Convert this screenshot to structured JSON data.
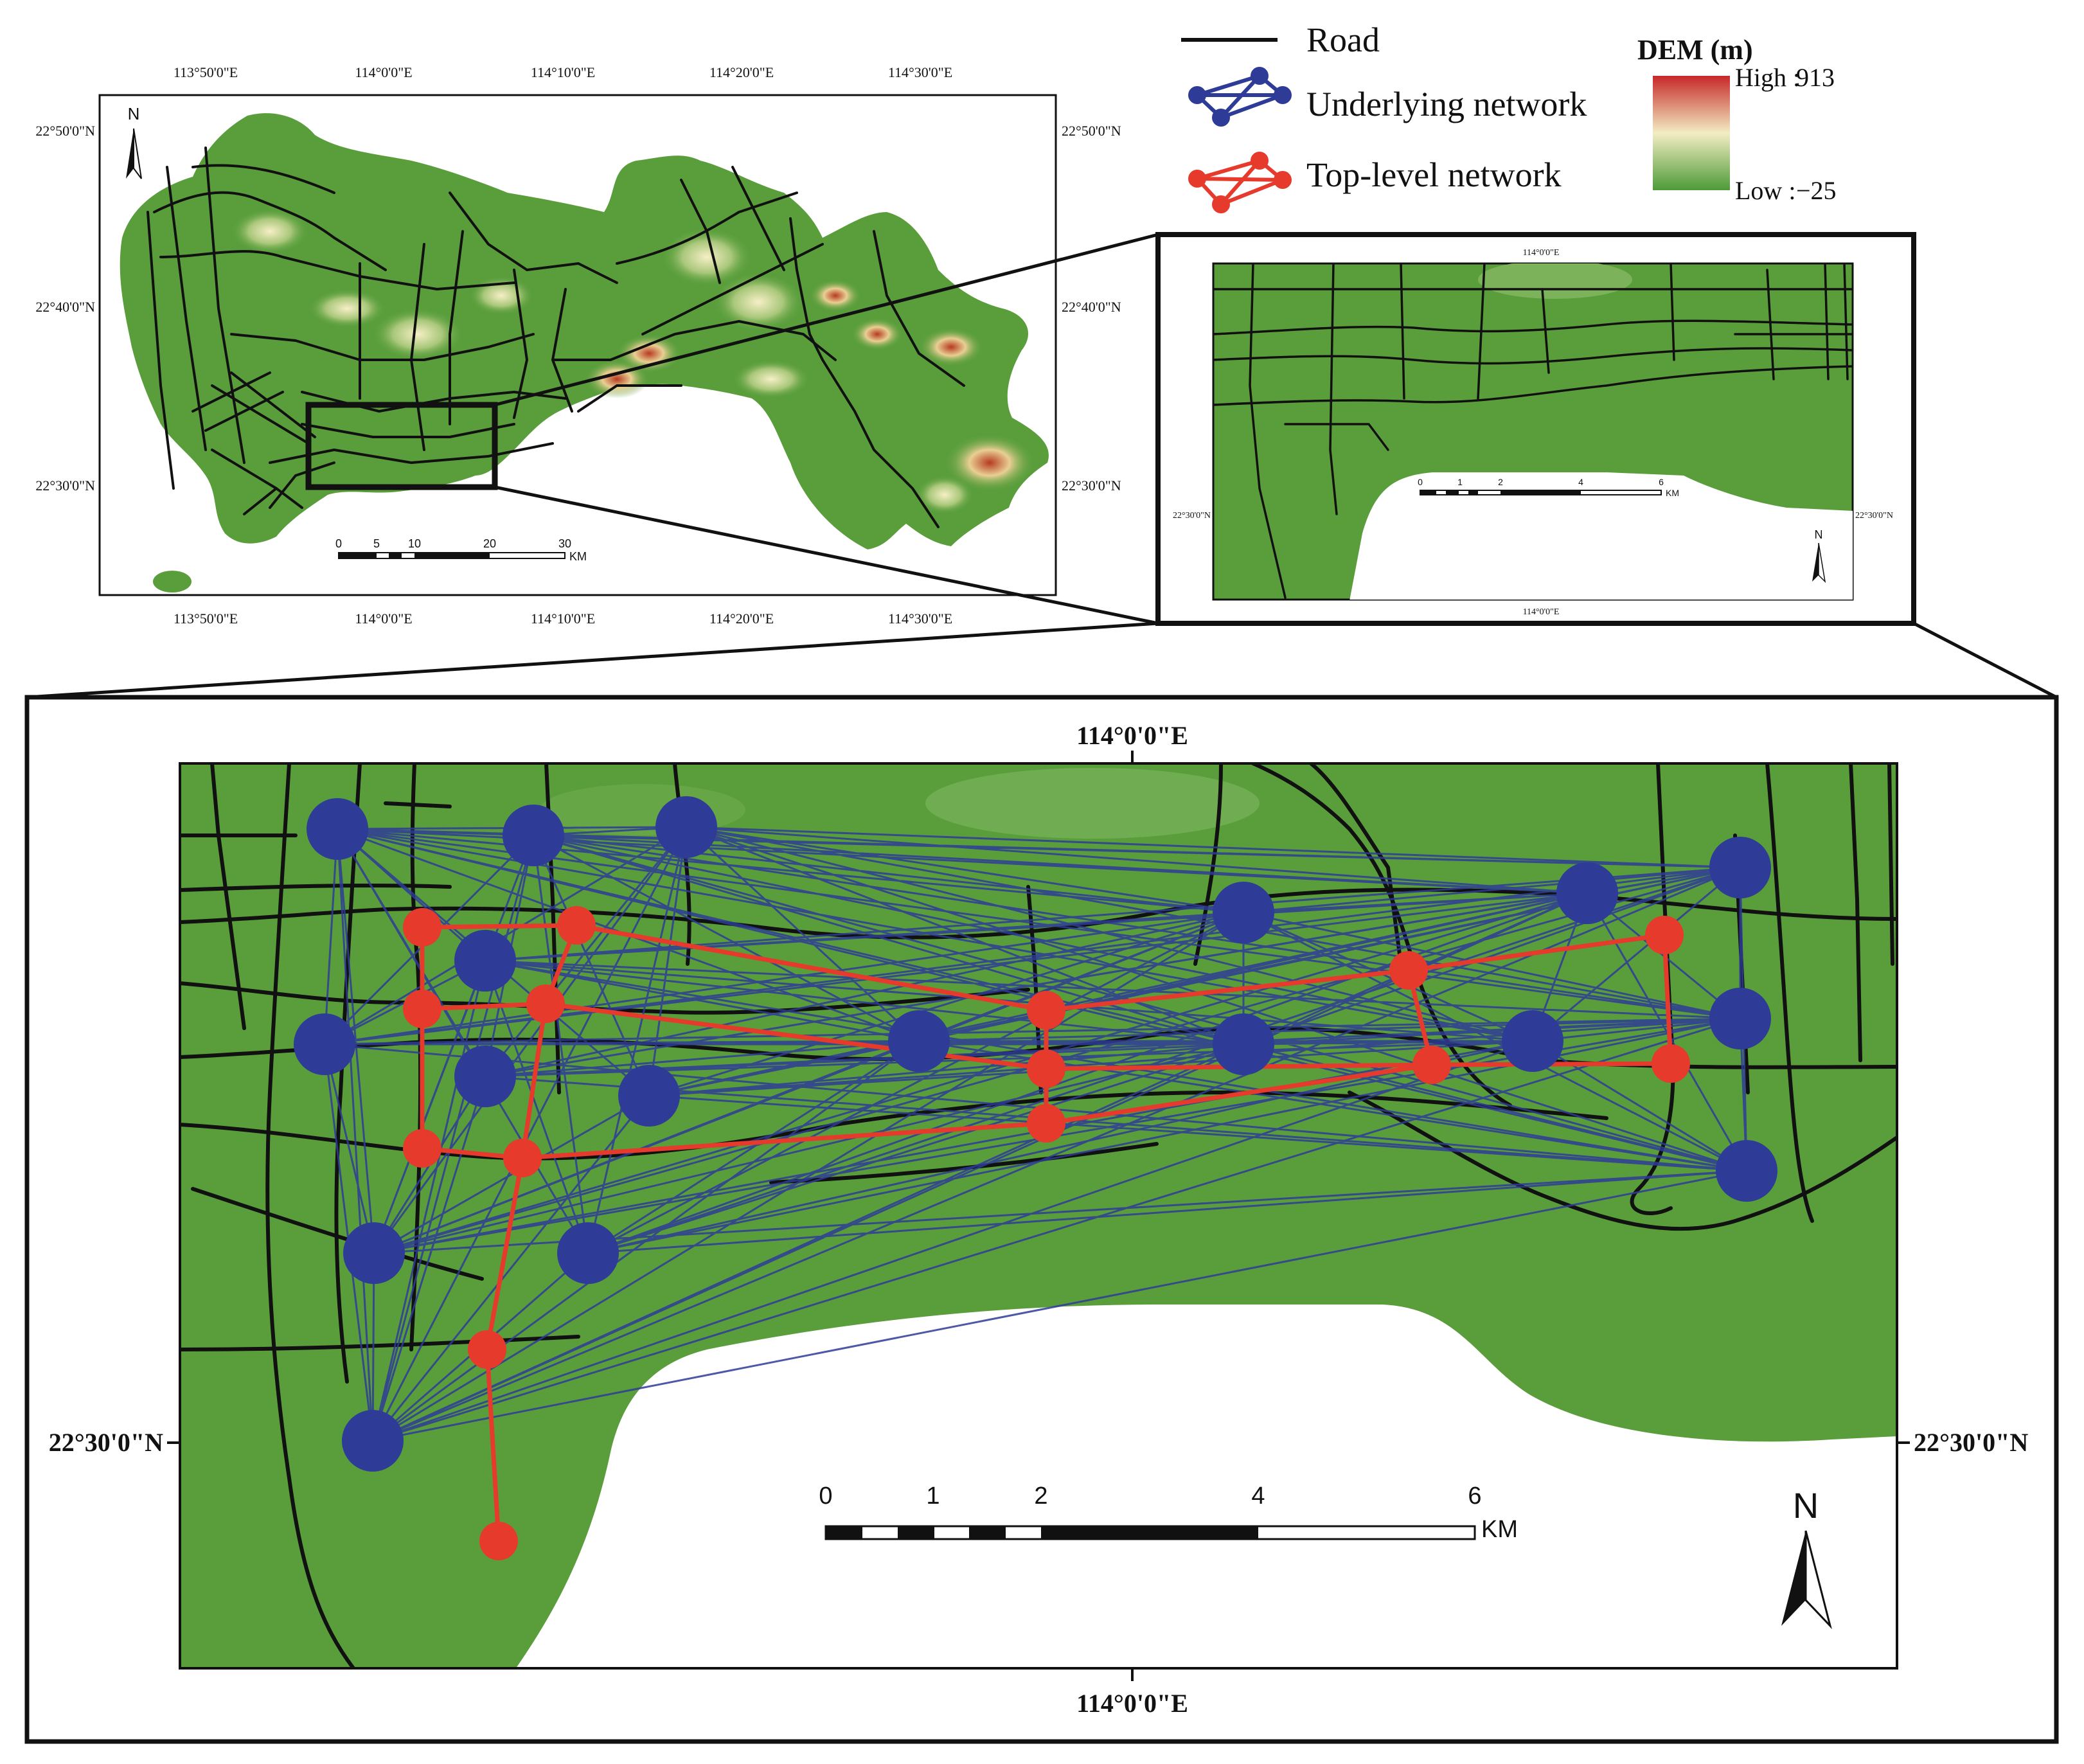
{
  "legend": {
    "road": "Road",
    "underlying": "Underlying network",
    "top_level": "Top-level network",
    "dem_title": "DEM (m)",
    "high_label": "High :",
    "high_value": "913",
    "low_label": "Low :",
    "low_value": "−25"
  },
  "colors": {
    "land": "#5a9e3c",
    "underlying": "#2e3b97",
    "top_level": "#e53a2c",
    "road": "#111111",
    "dem_high": "#c62828",
    "dem_mid": "#f3edc3",
    "dem_low": "#4e9a38"
  },
  "overview": {
    "top_lons": [
      "113°50'0\"E",
      "114°0'0\"E",
      "114°10'0\"E",
      "114°20'0\"E",
      "114°30'0\"E"
    ],
    "bottom_lons": [
      "113°50'0\"E",
      "114°0'0\"E",
      "114°10'0\"E",
      "114°20'0\"E",
      "114°30'0\"E"
    ],
    "lats": [
      "22°50'0\"N",
      "22°40'0\"N",
      "22°30'0\"N"
    ],
    "scale_ticks": [
      "0",
      "5",
      "10",
      "20",
      "30"
    ],
    "scale_unit": "KM",
    "north": "N"
  },
  "inset": {
    "top_lon": "114°0'0\"E",
    "bottom_lon": "114°0'0\"E",
    "left_lat": "22°30'0\"N",
    "right_lat": "22°30'0\"N",
    "scale_ticks": [
      "0",
      "1",
      "2",
      "4",
      "6"
    ],
    "scale_unit": "KM",
    "north": "N"
  },
  "detail": {
    "top_lon": "114°0'0\"E",
    "bottom_lon": "114°0'0\"E",
    "left_lat": "22°30'0\"N",
    "right_lat": "22°30'0\"N",
    "scale_ticks": [
      "0",
      "1",
      "2",
      "4",
      "6"
    ],
    "scale_unit": "KM",
    "north": "N"
  }
}
